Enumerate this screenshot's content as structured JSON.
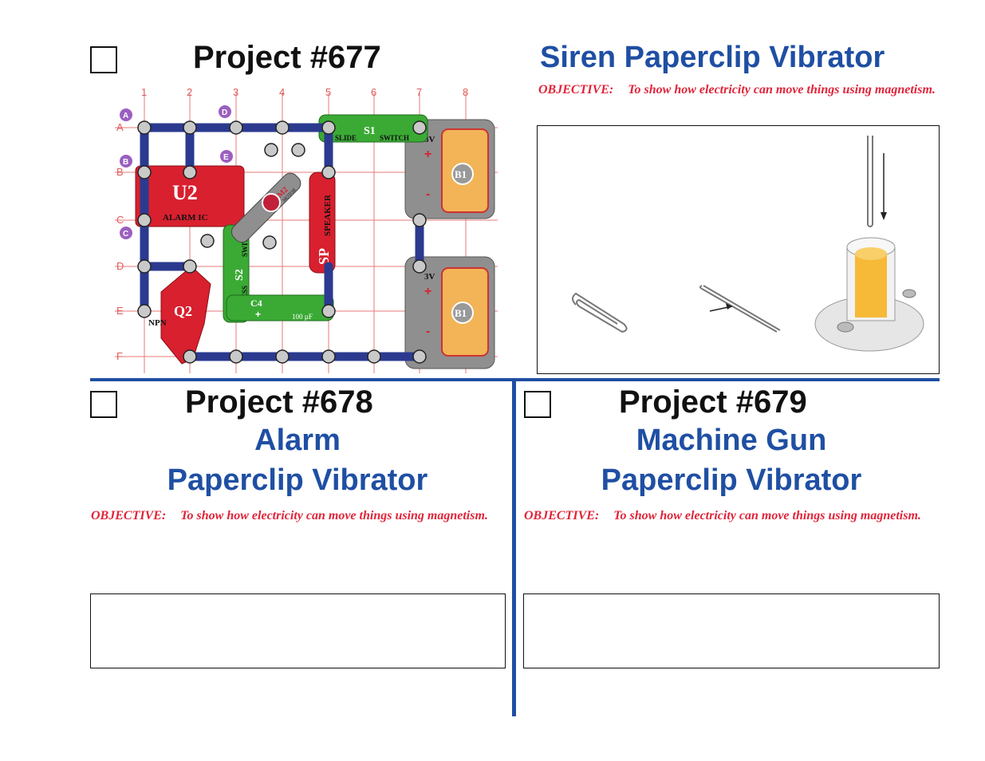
{
  "project_677": {
    "title": "Project #677",
    "subtitle": "Siren Paperclip Vibrator",
    "objective_label": "OBJECTIVE:",
    "objective_text": "To show how electricity can move things using magnetism."
  },
  "project_678": {
    "title": "Project #678",
    "subtitle_line1": "Alarm",
    "subtitle_line2": "Paperclip Vibrator",
    "objective_label": "OBJECTIVE:",
    "objective_text": "To show how electricity can move things using magnetism."
  },
  "project_679": {
    "title": "Project #679",
    "subtitle_line1": "Machine Gun",
    "subtitle_line2": "Paperclip Vibrator",
    "objective_label": "OBJECTIVE:",
    "objective_text": "To show how electricity can move things using magnetism."
  },
  "circuit": {
    "columns": [
      "1",
      "2",
      "3",
      "4",
      "5",
      "6",
      "7",
      "8"
    ],
    "rows": [
      "A",
      "B",
      "C",
      "D",
      "E",
      "F"
    ],
    "markers": [
      "A",
      "B",
      "C",
      "D",
      "E"
    ],
    "parts": {
      "u2": "U2",
      "u2_sub": "ALARM IC",
      "s1": "S1",
      "slide": "SLIDE",
      "switch": "SWITCH",
      "b1": "B1",
      "voltage": "3V",
      "plus": "+",
      "minus": "-",
      "sp": "SP",
      "speaker": "SPEAKER",
      "s2": "S2",
      "press": "PRESS",
      "switch2": "SWITCH",
      "c4": "C4",
      "cap_value": "100 µF",
      "cap_plus": "+",
      "q2": "Q2",
      "npn": "NPN",
      "m2": "M2",
      "motor": "MOTOR"
    }
  },
  "colors": {
    "title_blue": "#1f4fa3",
    "objective_red": "#e0243a",
    "wire_blue": "#2b3a8f",
    "part_red": "#d8202f",
    "part_green": "#3aaa35",
    "battery_orange": "#f2b456",
    "grid_red": "#e87a7a",
    "marker_purple": "#9b5fc0"
  }
}
